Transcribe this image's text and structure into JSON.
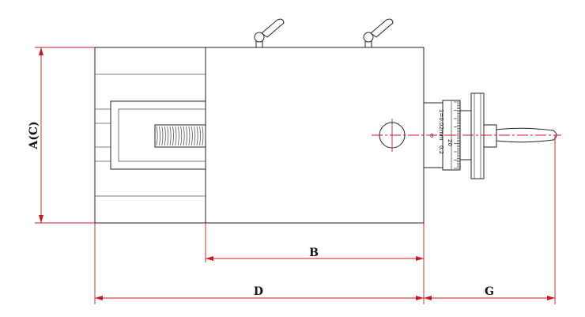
{
  "drawing": {
    "dimensions": {
      "a_c": "A(C)",
      "b": "B",
      "d": "D",
      "g": "G"
    },
    "dial": {
      "zero_mark": "0",
      "scale_text": "1=0.02",
      "unit": "mm",
      "tick_values": [
        "20",
        "0.2"
      ]
    },
    "colors": {
      "outline": "#222222",
      "dimension": "#d0141c",
      "background": "#ffffff"
    }
  }
}
